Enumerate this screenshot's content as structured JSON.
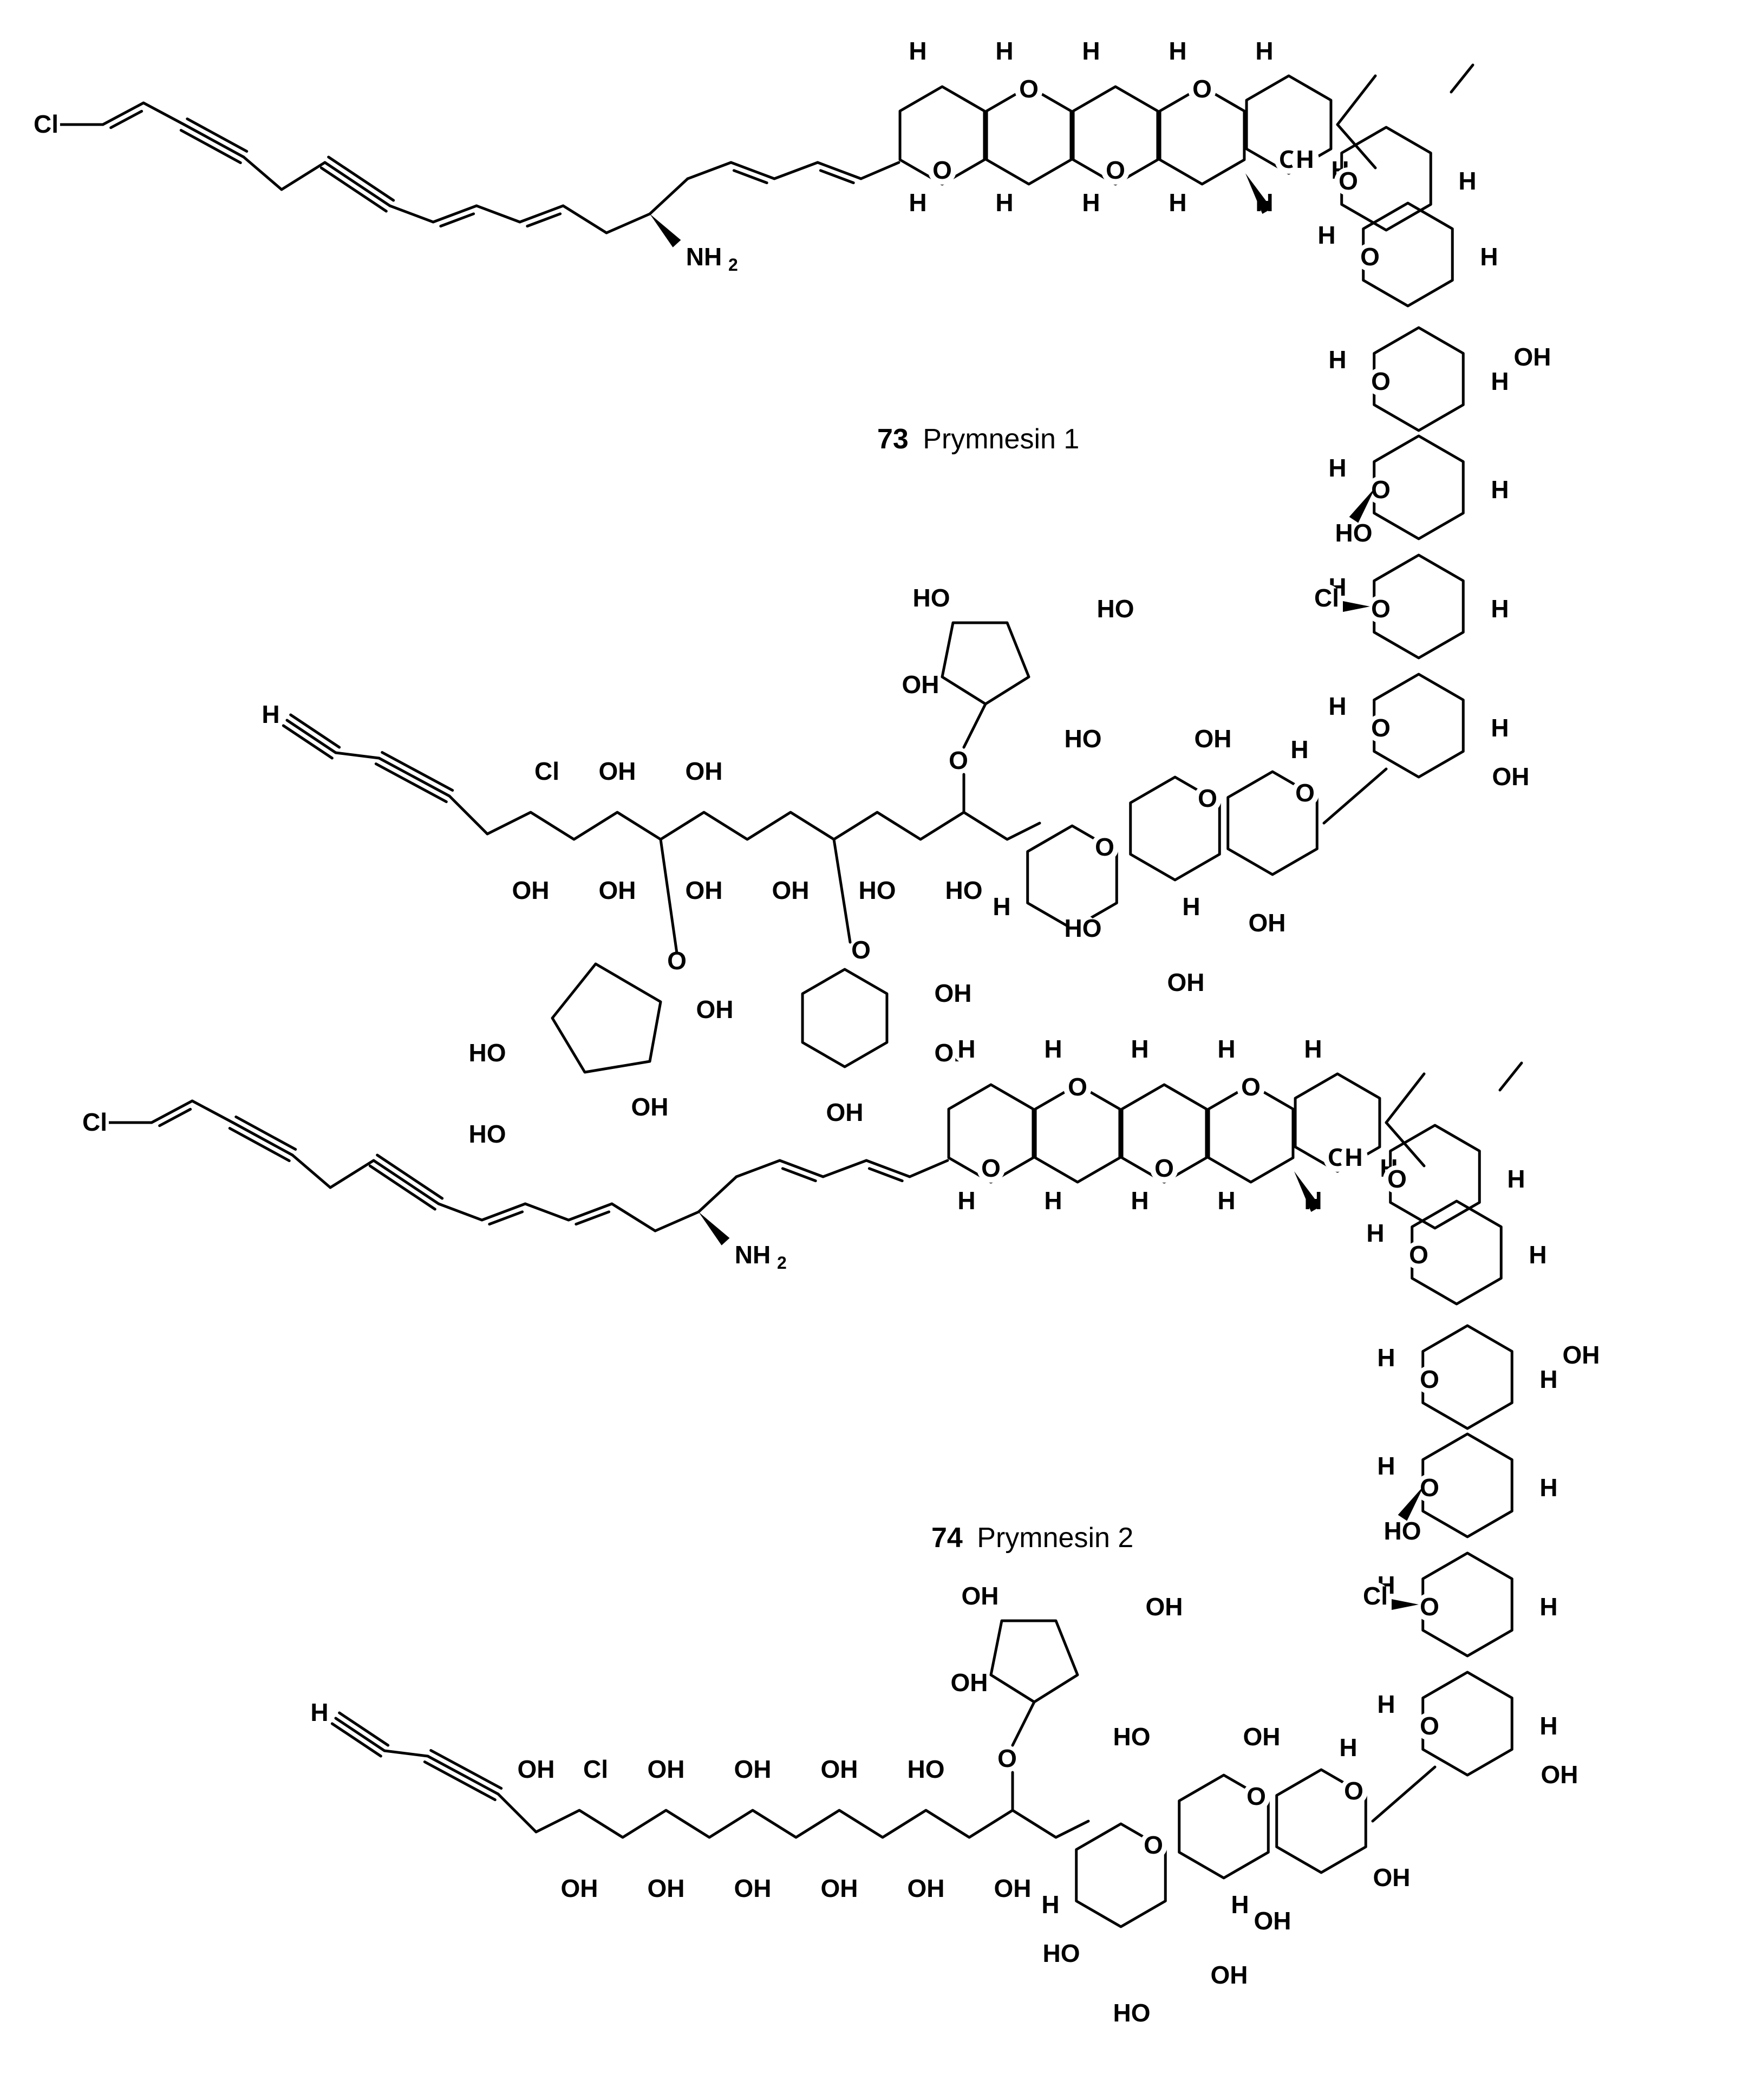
{
  "figure": {
    "compounds": [
      {
        "number": "73",
        "name": "Prymnesin 1",
        "labels": {
          "cl_a": "Cl",
          "nh2_n": "NH",
          "nh2_sub": "2",
          "h_ring_1": "H",
          "h_ring_2": "H",
          "h_ring_3": "H",
          "h_ring_4": "H",
          "h_ring_5": "H",
          "h_ring_6": "H",
          "h_ring_7": "H",
          "h_ring_8": "H",
          "h_ring_9": "H",
          "h_ring_10": "H",
          "h_ring_11": "H",
          "h_ring_12": "H",
          "h_ring_13": "H",
          "h_ring_14": "H",
          "h_ring_15": "H",
          "h_ring_16": "H",
          "h_ring_17": "H",
          "h_ring_18": "H",
          "h_ring_19": "H",
          "h_ring_20": "H",
          "h_ring_21": "H",
          "h_ring_22": "H",
          "h_ring_23": "H",
          "o_ring_1": "O",
          "o_ring_2": "O",
          "o_ring_3": "O",
          "o_ring_4": "O",
          "o_ring_5": "O",
          "o_ring_6": "O",
          "o_ring_7": "O",
          "o_ring_8": "O",
          "o_ring_9": "O",
          "o_ring_10": "O",
          "o_ring_11": "O",
          "o_ring_12": "O",
          "o_ring_13": "O",
          "o_ring_14": "O",
          "o_ring_15": "O",
          "oh_1": "OH",
          "oh_2": "HO",
          "cl_b": "Cl",
          "oh_3": "OH",
          "oh_4": "OH",
          "oh_5": "HO",
          "h_term": "H",
          "cl_c": "Cl",
          "oh_6": "OH",
          "oh_7": "OH",
          "oh_8": "OH",
          "oh_9": "OH",
          "oh_10": "OH",
          "oh_11": "OH",
          "oh_12": "HO",
          "oh_13": "HO",
          "oh_14": "OH",
          "oh_15": "HO",
          "oh_16": "HO",
          "oh_17": "OH",
          "oh_18": "OH",
          "oh_19": "HO",
          "oh_20": "OH",
          "oh_21": "OH",
          "oh_22": "OH",
          "oh_23": "OH",
          "oh_24": "OH",
          "oh_25": "HO",
          "oh_26": "HO",
          "o_link_1": "O",
          "o_link_2": "O",
          "o_link_3": "O"
        }
      },
      {
        "number": "74",
        "name": "Prymnesin 2",
        "labels": {
          "cl_a": "Cl",
          "nh2_n": "NH",
          "nh2_sub": "2",
          "h_ring_1": "H",
          "h_ring_2": "H",
          "h_ring_3": "H",
          "h_ring_4": "H",
          "h_ring_5": "H",
          "h_ring_6": "H",
          "h_ring_7": "H",
          "h_ring_8": "H",
          "h_ring_9": "H",
          "h_ring_10": "H",
          "h_ring_11": "H",
          "h_ring_12": "H",
          "h_ring_13": "H",
          "h_ring_14": "H",
          "h_ring_15": "H",
          "h_ring_16": "H",
          "h_ring_17": "H",
          "h_ring_18": "H",
          "h_ring_19": "H",
          "h_ring_20": "H",
          "h_ring_21": "H",
          "h_ring_22": "H",
          "h_ring_23": "H",
          "o_ring_1": "O",
          "o_ring_2": "O",
          "o_ring_3": "O",
          "o_ring_4": "O",
          "o_ring_5": "O",
          "o_ring_6": "O",
          "o_ring_7": "O",
          "o_ring_8": "O",
          "o_ring_9": "O",
          "o_ring_10": "O",
          "o_ring_11": "O",
          "o_ring_12": "O",
          "o_ring_13": "O",
          "o_ring_14": "O",
          "o_ring_15": "O",
          "oh_1": "OH",
          "oh_2": "HO",
          "cl_b": "Cl",
          "oh_3": "OH",
          "oh_4": "OH",
          "oh_5": "HO",
          "h_term": "H",
          "cl_c": "Cl",
          "oh_6": "OH",
          "oh_7": "OH",
          "oh_8": "OH",
          "oh_9": "OH",
          "oh_10": "OH",
          "oh_11": "OH",
          "oh_12": "OH",
          "oh_13": "OH",
          "oh_14": "OH",
          "oh_15": "OH",
          "oh_16": "OH",
          "oh_17": "OH",
          "oh_18": "HO",
          "oh_19": "HO",
          "oh_20": "OH",
          "oh_21": "OH",
          "oh_22": "HO",
          "oh_23": "OH",
          "oh_24": "OH",
          "o_link_1": "O"
        }
      }
    ]
  }
}
